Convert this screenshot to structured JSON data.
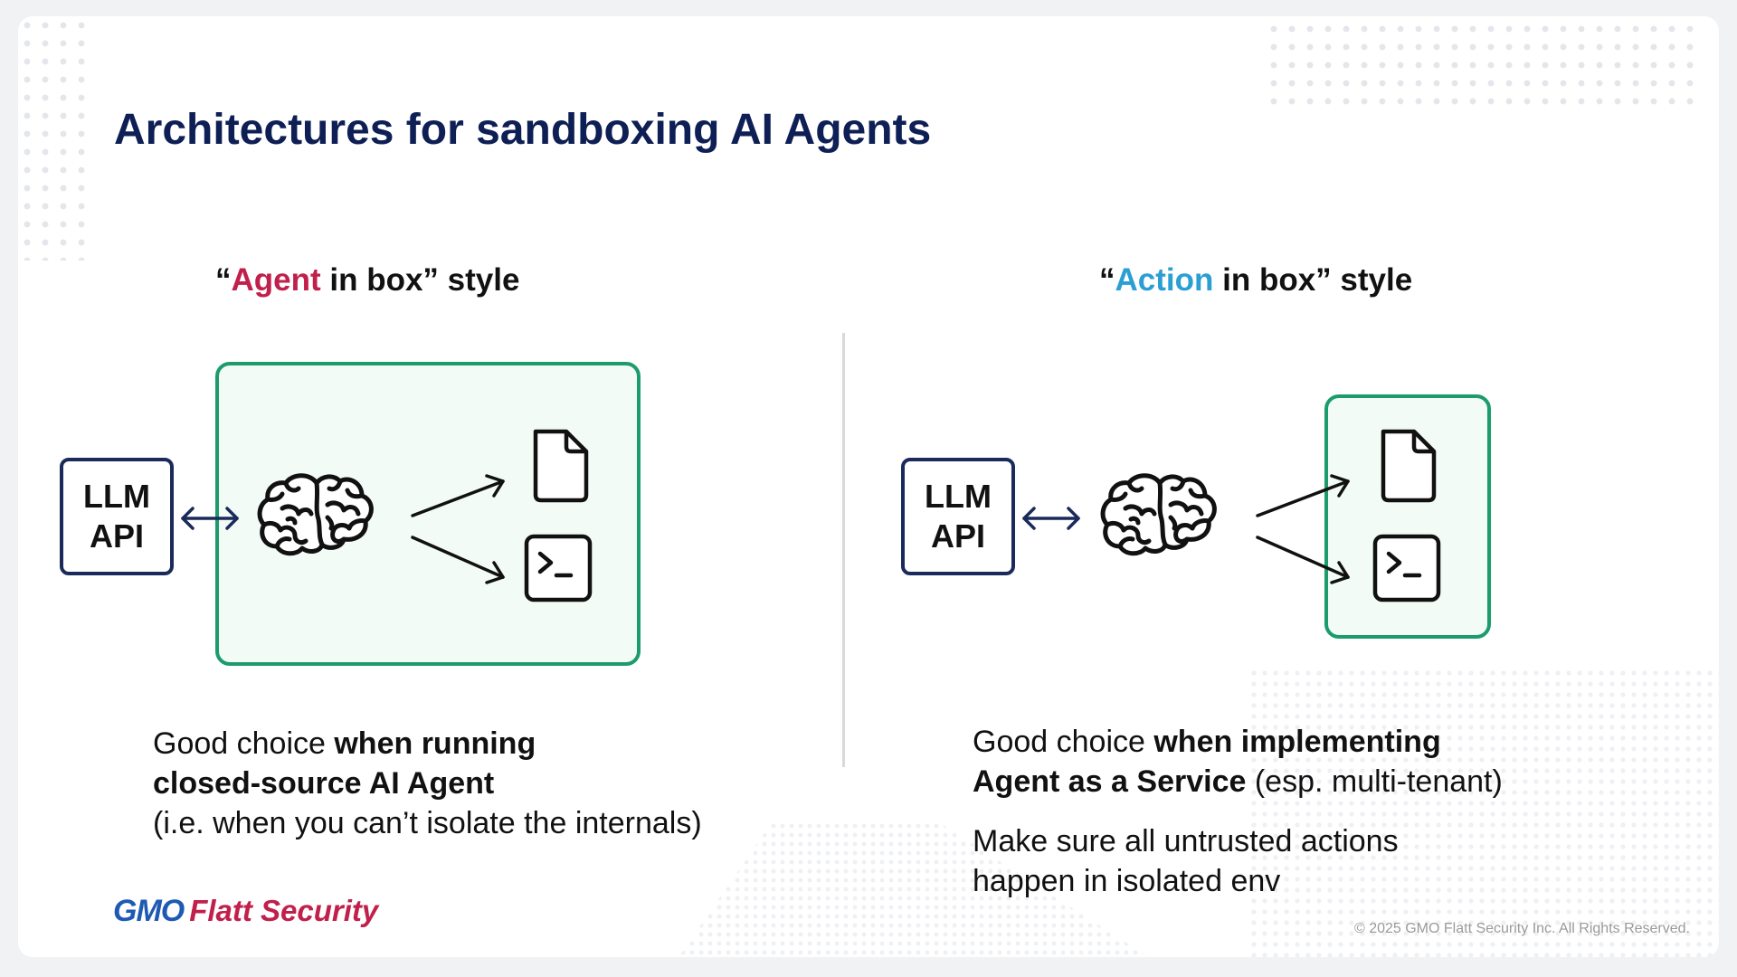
{
  "title": "Architectures for sandboxing AI Agents",
  "left": {
    "heading_open": "“",
    "heading_highlight": "Agent",
    "heading_rest": " in box” style",
    "llm_line1": "LLM",
    "llm_line2": "API",
    "desc_line1_plain": "Good choice ",
    "desc_line1_bold": "when running",
    "desc_line2_bold": "closed-source AI Agent",
    "desc_line3": "(i.e. when you can’t isolate the internals)"
  },
  "right": {
    "heading_open": "“",
    "heading_highlight": "Action",
    "heading_rest": " in box” style",
    "llm_line1": "LLM",
    "llm_line2": "API",
    "desc_line1_plain": "Good choice ",
    "desc_line1_bold": "when implementing",
    "desc_line2_bold": "Agent as a Service",
    "desc_line2_plain": " (esp. multi-tenant)",
    "note_line1": "Make sure all untrusted actions",
    "note_line2": "happen in isolated env"
  },
  "footer": {
    "logo_gmo": "GMO",
    "logo_flatt": "Flatt Security",
    "copyright": "© 2025 GMO Flatt Security Inc. All Rights Reserved."
  },
  "colors": {
    "title": "#0e1f55",
    "agent_highlight": "#c0204b",
    "action_highlight": "#2b9fd4",
    "sandbox_border": "#1c9c6c",
    "sandbox_fill": "#f3fbf7",
    "llm_border": "#1a2a5a"
  },
  "icons": [
    "brain-icon",
    "document-icon",
    "terminal-icon",
    "double-arrow-icon",
    "arrow-icon"
  ]
}
